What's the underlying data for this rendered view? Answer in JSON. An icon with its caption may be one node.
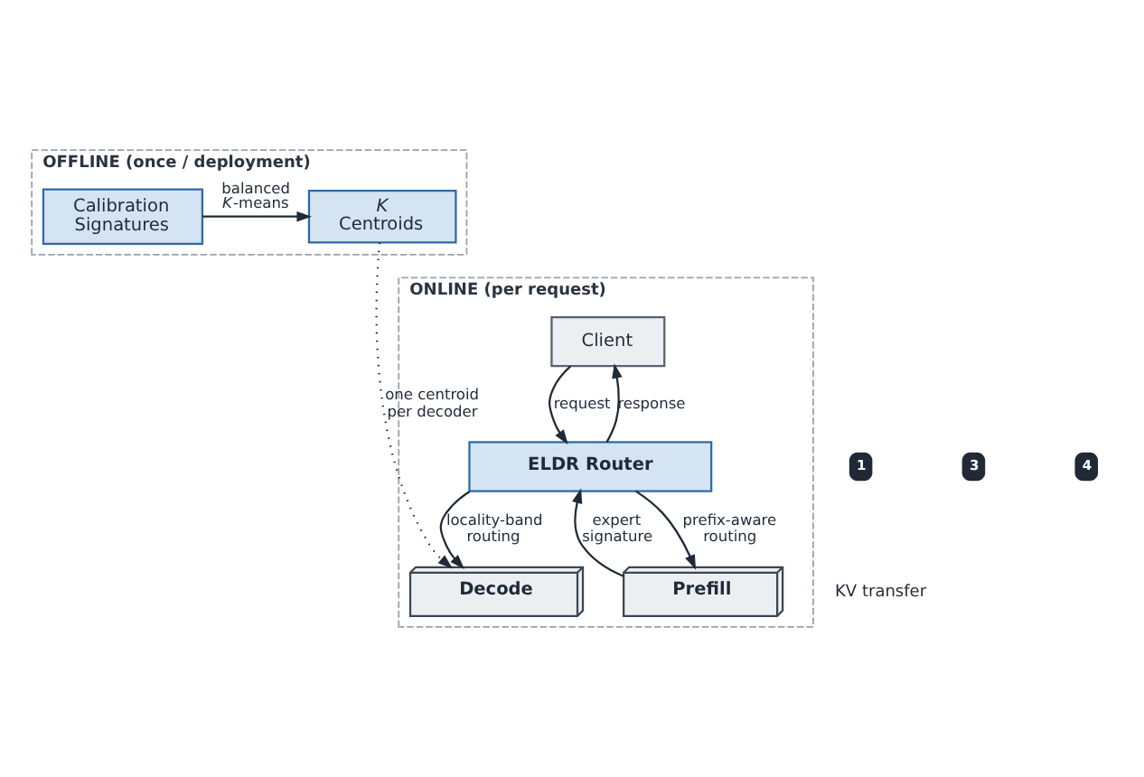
{
  "diagram": {
    "nodes": [
      {
        "text": [
          "OFFLINE (once / deployment)"
        ]
      },
      {
        "text": [
          "Calibration Signatures"
        ],
        "in": 0
      },
      {
        "text": [
          "*K* Centroids"
        ],
        "in": 0
      },
      {
        "text": [
          "ONLINE (per request)"
        ]
      },
      {
        "text": [
          "Client"
        ],
        "in": 3
      },
      {
        "text": [
          "ELDR Router"
        ],
        "in": 3
      },
      {
        "text": [
          "Prefill"
        ],
        "in": 3
      },
      {
        "text": [
          "Decode"
        ],
        "in": 3
      }
    ],
    "edges": [
      {
        "from": 1,
        "to": 2,
        "arrow": "to",
        "label": "balanced *K*-means"
      },
      {
        "from": 4,
        "to": 5,
        "arrow": "to",
        "label": "request"
      },
      {
        "from": 5,
        "to": 4,
        "arrow": "to",
        "label": "response"
      },
      {
        "from": 5,
        "to": 6,
        "arrow": "to",
        "label": "prefix-aware routing"
      },
      {
        "from": 6,
        "to": 5,
        "arrow": "to",
        "label": "expert signature"
      },
      {
        "from": 5,
        "to": 7,
        "arrow": "to",
        "label": "locality-band routing"
      },
      {
        "from": 2,
        "to": 7,
        "arrow": "to",
        "label": "one centroid per decoder",
        "style": "dashed"
      }
    ],
    "labels": [
      "1",
      "3",
      "4",
      "KV transfer"
    ]
  }
}
